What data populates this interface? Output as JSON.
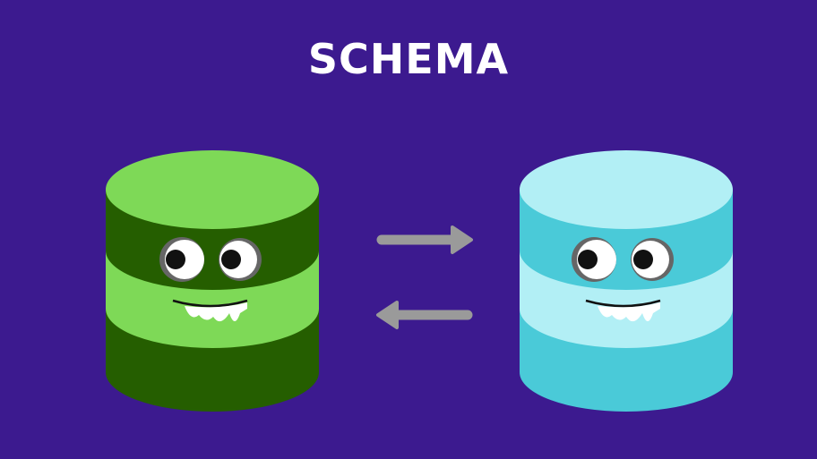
{
  "title": "SCHEMA",
  "colors": {
    "background": "#3c1a8f",
    "left_db_light": "#7ed957",
    "left_db_dark": "#255e00",
    "right_db_light": "#b2eff5",
    "right_db_dark": "#4acad8",
    "arrow": "#9a9a9a"
  },
  "elements": {
    "left_database": "green database character",
    "right_database": "cyan database character",
    "arrows": [
      "right-arrow",
      "left-arrow"
    ]
  }
}
